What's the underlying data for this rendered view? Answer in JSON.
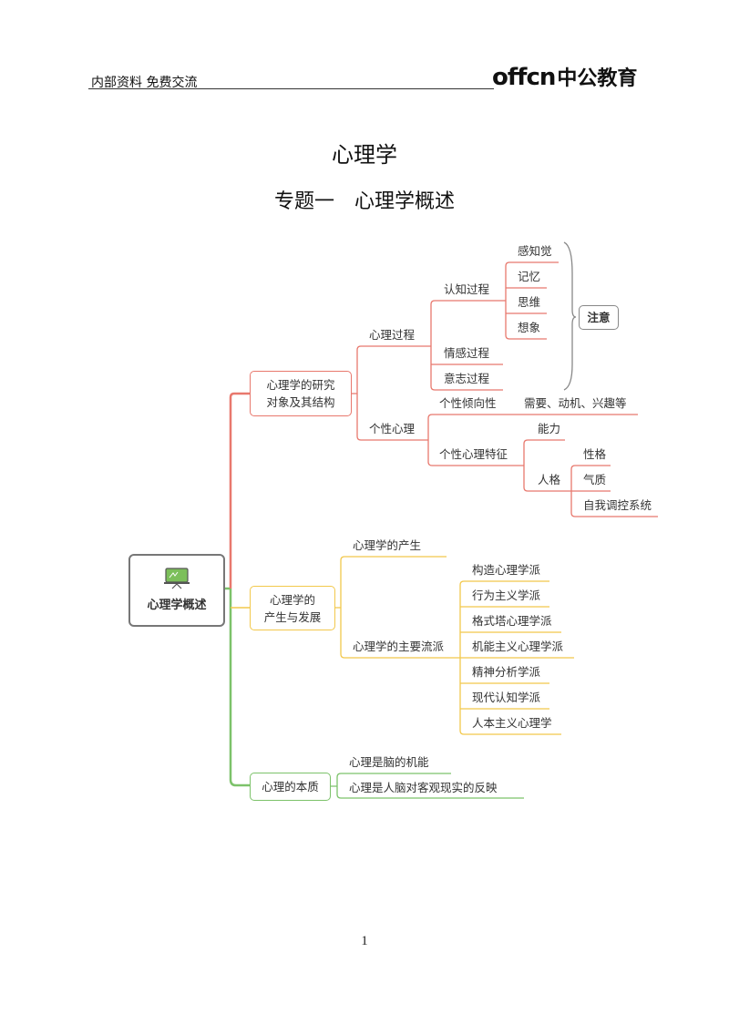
{
  "header": {
    "left_text": "内部资料 免费交流",
    "logo_latin": "offcn",
    "logo_cn": "中公教育"
  },
  "title": "心理学",
  "subtitle": "专题一　心理学概述",
  "colors": {
    "branch1": "#e8786d",
    "branch2": "#f2c84b",
    "branch3": "#7cc26a",
    "root_border": "#777777"
  },
  "mindmap": {
    "root": {
      "label": "心理学概述",
      "icon": "presentation-board-icon"
    },
    "branch1": {
      "label_line1": "心理学的研究",
      "label_line2": "对象及其结构",
      "process": {
        "label": "心理过程",
        "cognitive": {
          "label": "认知过程",
          "items": [
            "感知觉",
            "记忆",
            "思维",
            "想象"
          ]
        },
        "emotion": "情感过程",
        "will": "意志过程",
        "attention": "注意"
      },
      "personality": {
        "label": "个性心理",
        "tendency": {
          "label": "个性倾向性",
          "detail": "需要、动机、兴趣等"
        },
        "traits": {
          "label": "个性心理特征",
          "ability": "能力",
          "character": {
            "label": "人格",
            "items": [
              "性格",
              "气质",
              "自我调控系统"
            ]
          }
        }
      }
    },
    "branch2": {
      "label_line1": "心理学的",
      "label_line2": "产生与发展",
      "origin": "心理学的产生",
      "schools": {
        "label": "心理学的主要流派",
        "items": [
          "构造心理学派",
          "行为主义学派",
          "格式塔心理学派",
          "机能主义心理学派",
          "精神分析学派",
          "现代认知学派",
          "人本主义心理学"
        ]
      }
    },
    "branch3": {
      "label": "心理的本质",
      "items": [
        "心理是脑的机能",
        "心理是人脑对客观现实的反映"
      ]
    }
  },
  "page_number": "1"
}
